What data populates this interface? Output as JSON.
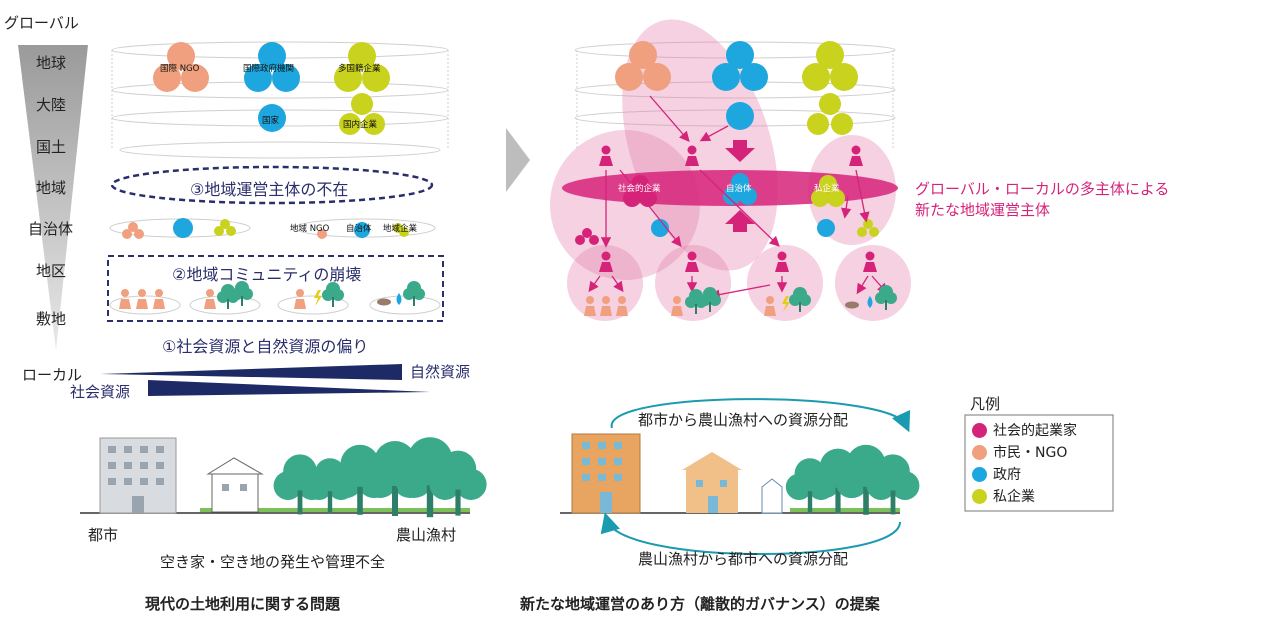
{
  "left": {
    "scale_top": "グローバル",
    "scale_bottom": "ローカル",
    "levels": [
      "地球",
      "大陸",
      "国土",
      "地域",
      "自治体",
      "地区",
      "敷地"
    ],
    "actors_global": [
      "国際 NGO",
      "国際政府機関",
      "多国籍企業"
    ],
    "actors_national": [
      "国家",
      "国内企業"
    ],
    "actors_municipal": [
      "地域 NGO",
      "自治体",
      "地域企業"
    ],
    "problem3": "③地域運営主体の不在",
    "problem2": "②地域コミュニティの崩壊",
    "problem1": "①社会資源と自然資源の偏り",
    "natural_resource": "自然資源",
    "social_resource": "社会資源",
    "city": "都市",
    "rural": "農山漁村",
    "vacancy": "空き家・空き地の発生や管理不全",
    "caption": "現代の土地利用に関する問題"
  },
  "right": {
    "row_labels": [
      "社会的企業",
      "自治体",
      "私企業"
    ],
    "governance": "グローバル・ローカルの多主体による",
    "governance2": "新たな地域運営主体",
    "city_to_rural": "都市から農山漁村への資源分配",
    "rural_to_city": "農山漁村から都市への資源分配",
    "caption": "新たな地域運営のあり方（離散的ガバナンス）の提案"
  },
  "legend": {
    "title": "凡例",
    "items": [
      {
        "label": "社会的起業家",
        "color": "#d6237a"
      },
      {
        "label": "市民・NGO",
        "color": "#f0a07e"
      },
      {
        "label": "政府",
        "color": "#1ea6df"
      },
      {
        "label": "私企業",
        "color": "#c9d21c"
      }
    ]
  },
  "colors": {
    "orange": "#f0a07e",
    "blue": "#1ea6df",
    "lime": "#c9d21c",
    "pink": "#d6237a",
    "navy": "#2a2e6b",
    "teal": "#1b9bb0",
    "tree": "#3aaa8a"
  }
}
